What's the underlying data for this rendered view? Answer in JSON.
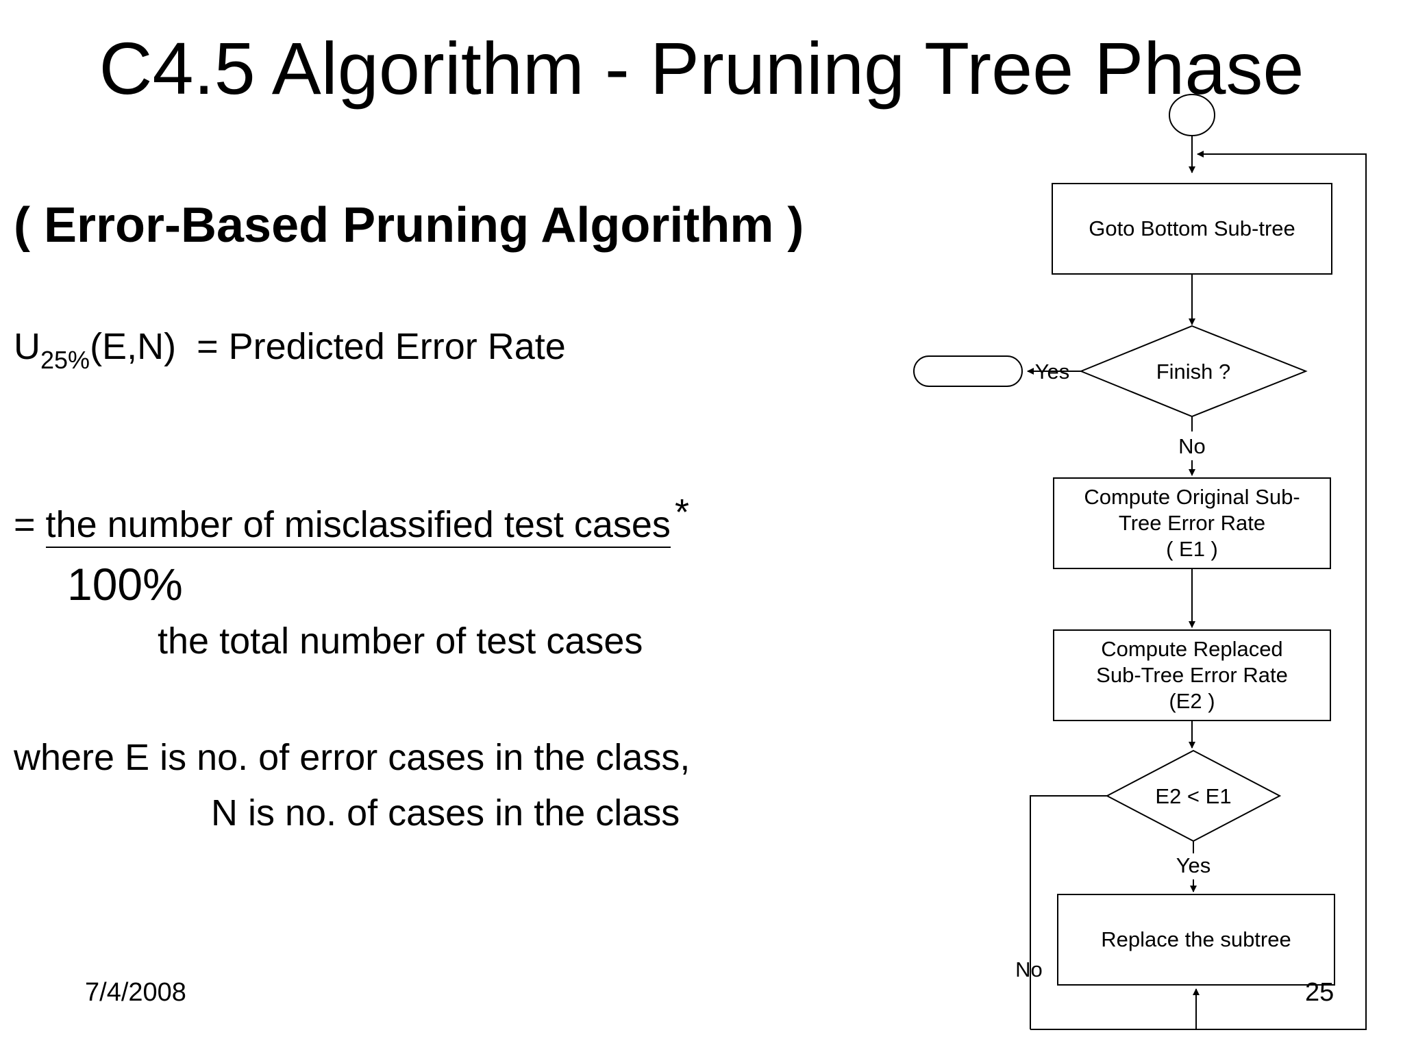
{
  "slide": {
    "title": "C4.5 Algorithm - Pruning Tree Phase",
    "subtitle": "( Error-Based Pruning Algorithm )",
    "formula": {
      "symbol": "U",
      "subscript": "25%",
      "args": "(E,N)",
      "definition": "= Predicted Error Rate"
    },
    "equation": {
      "prefix": "= ",
      "numerator": "the number of misclassified test cases",
      "multiplier": "*",
      "percent": "100%",
      "denominator": "the total number of test cases"
    },
    "where_lines": [
      "where E is no. of error cases in the class,",
      "N is no. of cases in the class"
    ],
    "footer": {
      "date": "7/4/2008",
      "page_number": "25"
    }
  },
  "flowchart": {
    "boxes": {
      "goto_bottom": [
        "Goto Bottom Sub-tree"
      ],
      "compute_original": [
        "Compute Original Sub-",
        "Tree Error Rate",
        "( E1 )"
      ],
      "compute_replaced": [
        "Compute Replaced",
        "Sub-Tree Error Rate",
        "(E2 )"
      ],
      "replace": [
        "Replace the subtree"
      ]
    },
    "decisions": {
      "finish": "Finish ?",
      "compare": "E2 < E1"
    },
    "labels": {
      "finish_yes": "Yes",
      "finish_no": "No",
      "compare_yes": "Yes",
      "compare_no": "No"
    }
  }
}
